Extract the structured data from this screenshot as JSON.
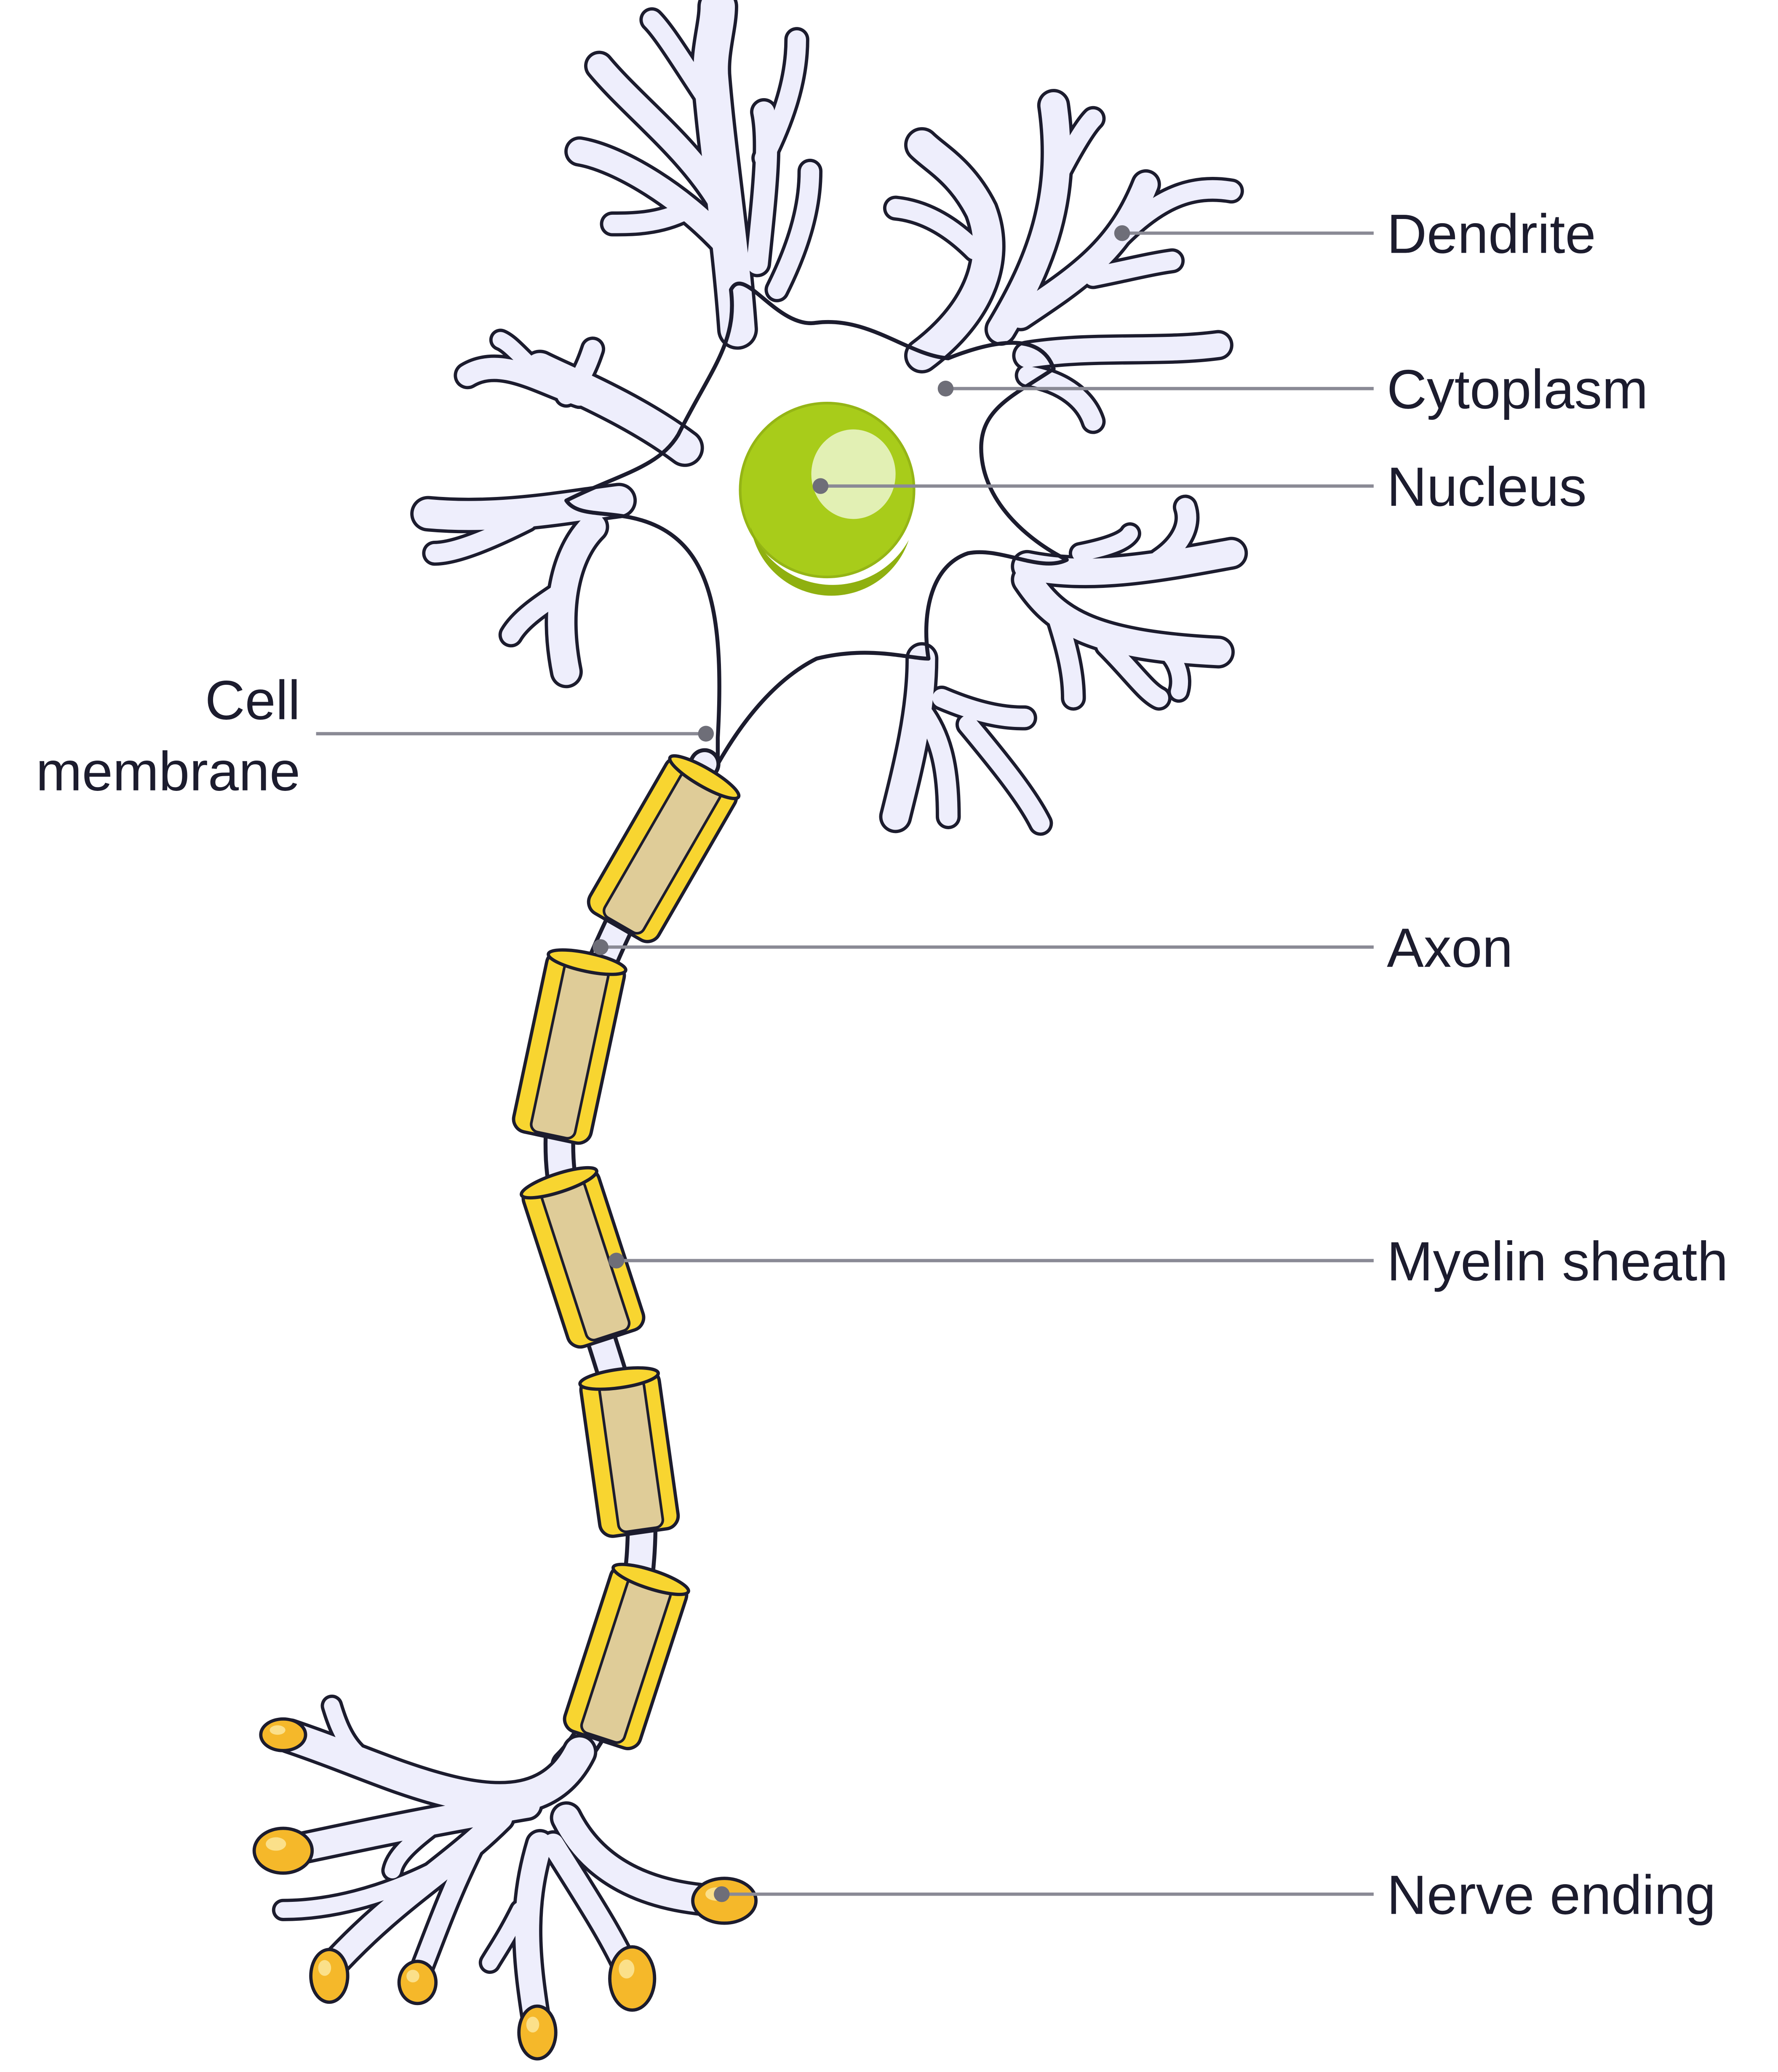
{
  "diagram": {
    "subject": "neuron",
    "labels": [
      {
        "key": "dendrite",
        "text": "Dendrite"
      },
      {
        "key": "cytoplasm",
        "text": "Cytoplasm"
      },
      {
        "key": "nucleus",
        "text": "Nucleus"
      },
      {
        "key": "cell_membrane",
        "text_lines": [
          "Cell",
          "membrane"
        ]
      },
      {
        "key": "axon",
        "text": "Axon"
      },
      {
        "key": "myelin_sheath",
        "text": "Myelin sheath"
      },
      {
        "key": "nerve_ending",
        "text": "Nerve ending"
      }
    ],
    "colors": {
      "cell_body": "#eeeefc",
      "outline": "#1c1c2e",
      "nucleus": "#a8cc1a",
      "nucleolus": "#e2f0b4",
      "myelin": "#f8d530",
      "myelin_inner": "#dfcc98",
      "nerve_ending": "#f5b82a",
      "leader_line": "#8a8a95"
    }
  }
}
